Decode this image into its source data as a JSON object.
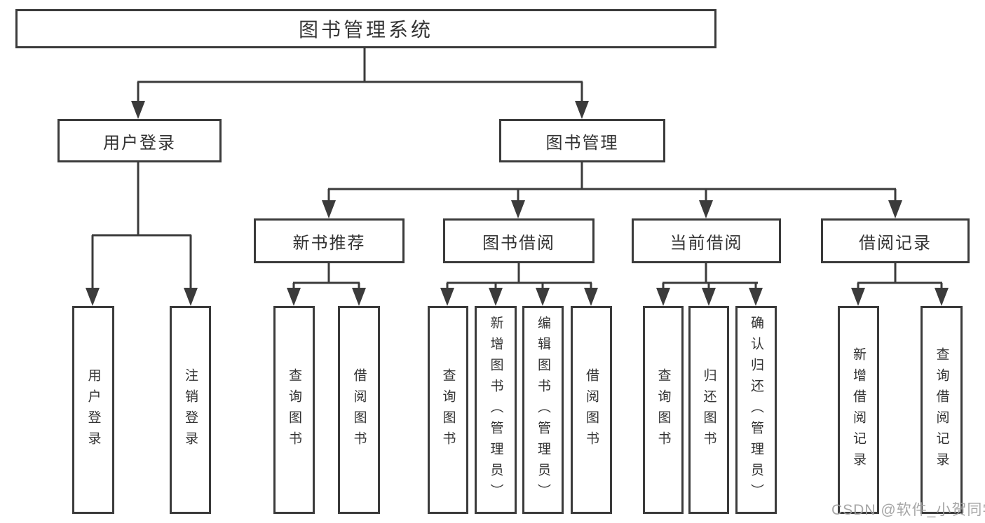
{
  "diagram": {
    "root": {
      "label": "图书管理系统"
    },
    "branches": [
      {
        "label": "用户登录",
        "children": [
          {
            "label": "用户登录"
          },
          {
            "label": "注销登录"
          }
        ]
      },
      {
        "label": "图书管理",
        "children": [
          {
            "label": "新书推荐",
            "children": [
              {
                "label": "查询图书"
              },
              {
                "label": "借阅图书"
              }
            ]
          },
          {
            "label": "图书借阅",
            "children": [
              {
                "label": "查询图书"
              },
              {
                "label": "新增图书（管理员）"
              },
              {
                "label": "编辑图书（管理员）"
              },
              {
                "label": "借阅图书"
              }
            ]
          },
          {
            "label": "当前借阅",
            "children": [
              {
                "label": "查询图书"
              },
              {
                "label": "归还图书"
              },
              {
                "label": "确认归还（管理员）"
              }
            ]
          },
          {
            "label": "借阅记录",
            "children": [
              {
                "label": "新增借阅记录"
              },
              {
                "label": "查询借阅记录"
              }
            ]
          }
        ]
      }
    ]
  },
  "watermark": {
    "text": "CSDN @软件_小贺同学"
  },
  "colors": {
    "line": "#3b3b3b",
    "text": "#333333",
    "watermark": "#9e9e9e",
    "background": "#ffffff"
  }
}
